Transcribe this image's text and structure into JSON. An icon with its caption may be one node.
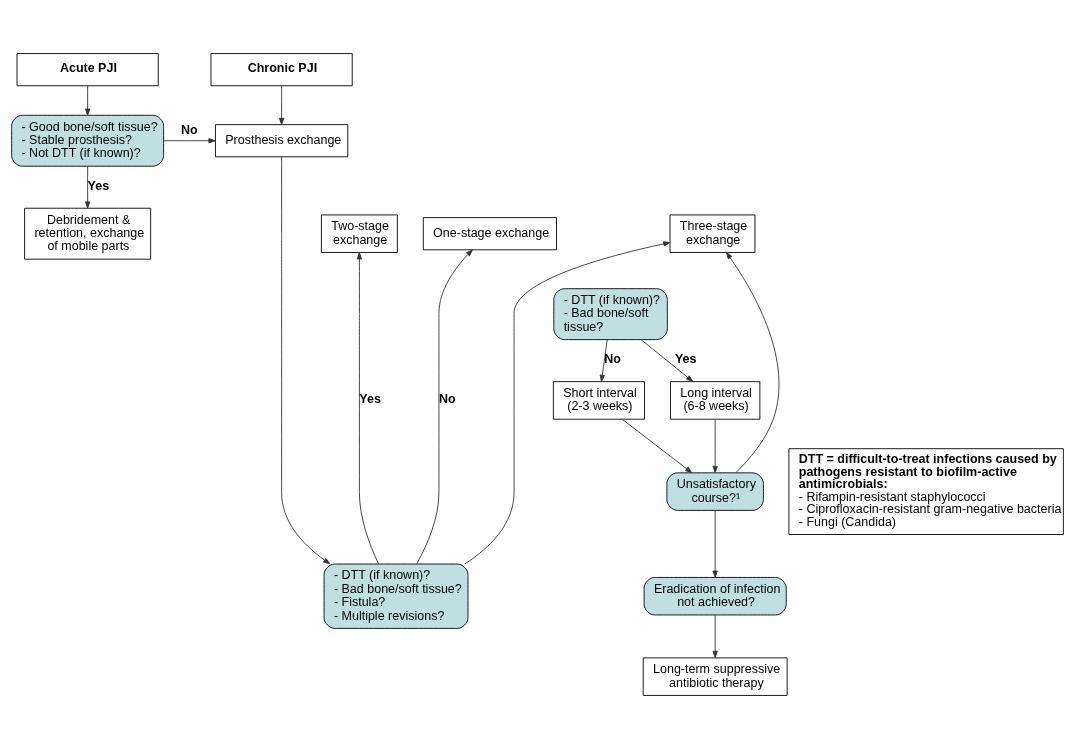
{
  "diagram": {
    "nodes": [
      {
        "text": [
          "Acute PJI"
        ]
      },
      {
        "text": [
          "Chronic PJI"
        ]
      },
      {
        "text": [
          "Long-term suppressive antibiotic therapy"
        ]
      },
      {
        "text": [
          "- Good bone/soft tissue? - Stable prosthesis? - Not DTT (if known)?"
        ]
      },
      {
        "text": [
          "Prosthesis exchange"
        ]
      },
      {
        "text": [
          "Eradication of infection not achieved?"
        ]
      },
      {
        "text": [
          "- DTT (if known)? - Bad bone/soft tissue? - Fistula? - Multiple revisions?"
        ]
      },
      {
        "text": [
          "Debridement & retention, exchange of mobile parts"
        ]
      },
      {
        "text": [
          "One-stage exchange"
        ]
      },
      {
        "text": [
          "Two-stage exchange"
        ]
      },
      {
        "text": [
          "Three-stage exchange"
        ]
      },
      {
        "text": [
          "- DTT (if known)? - Bad bone/soft tissue?"
        ]
      },
      {
        "text": [
          "DTT = difficult-to-treat infections caused by pathogens resistant to biofilm-active antimicrobials:",
          "- Rifampin-resistant staphylococci",
          "- Ciprofloxacin-resistant gram-negative bacteria",
          "- Fungi (Candida)"
        ]
      },
      {
        "text": [
          "Short interval (2-3 weeks)"
        ]
      },
      {
        "text": [
          "Long interval (6-8 weeks)"
        ]
      },
      {
        "text": [
          "Unsatisfactory course?¹"
        ]
      }
    ],
    "edges": [
      {
        "from": 0,
        "to": 3,
        "arrow": "to"
      },
      {
        "from": 1,
        "to": 4,
        "arrow": "to"
      },
      {
        "from": 3,
        "to": 4,
        "arrow": "to",
        "label": "No"
      },
      {
        "from": 3,
        "to": 7,
        "arrow": "to",
        "label": "Yes"
      },
      {
        "from": 4,
        "to": 6,
        "arrow": "to"
      },
      {
        "from": 6,
        "to": 8,
        "arrow": "to",
        "label": "No"
      },
      {
        "from": 6,
        "to": 9,
        "arrow": "to",
        "label": "Yes"
      },
      {
        "from": 6,
        "to": 10,
        "arrow": "to"
      },
      {
        "from": 11,
        "to": 13,
        "arrow": "to",
        "label": "No"
      },
      {
        "from": 11,
        "to": 14,
        "arrow": "to",
        "label": "Yes"
      },
      {
        "from": 13,
        "to": 15,
        "arrow": "to"
      },
      {
        "from": 14,
        "to": 15,
        "arrow": "to"
      },
      {
        "from": 15,
        "to": 10,
        "arrow": "to"
      },
      {
        "from": 15,
        "to": 5,
        "arrow": "to"
      },
      {
        "from": 5,
        "to": 2,
        "arrow": "to"
      }
    ]
  }
}
